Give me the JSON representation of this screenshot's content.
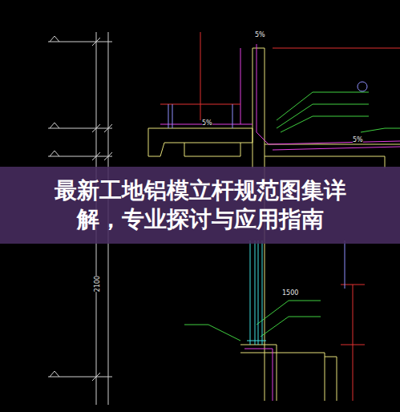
{
  "diagram": {
    "title": "最新工地铝模立杆规范图集详解，专业探讨与应用指南",
    "labels": [
      "5%",
      "5%",
      "5%",
      "1500",
      "2100"
    ]
  }
}
